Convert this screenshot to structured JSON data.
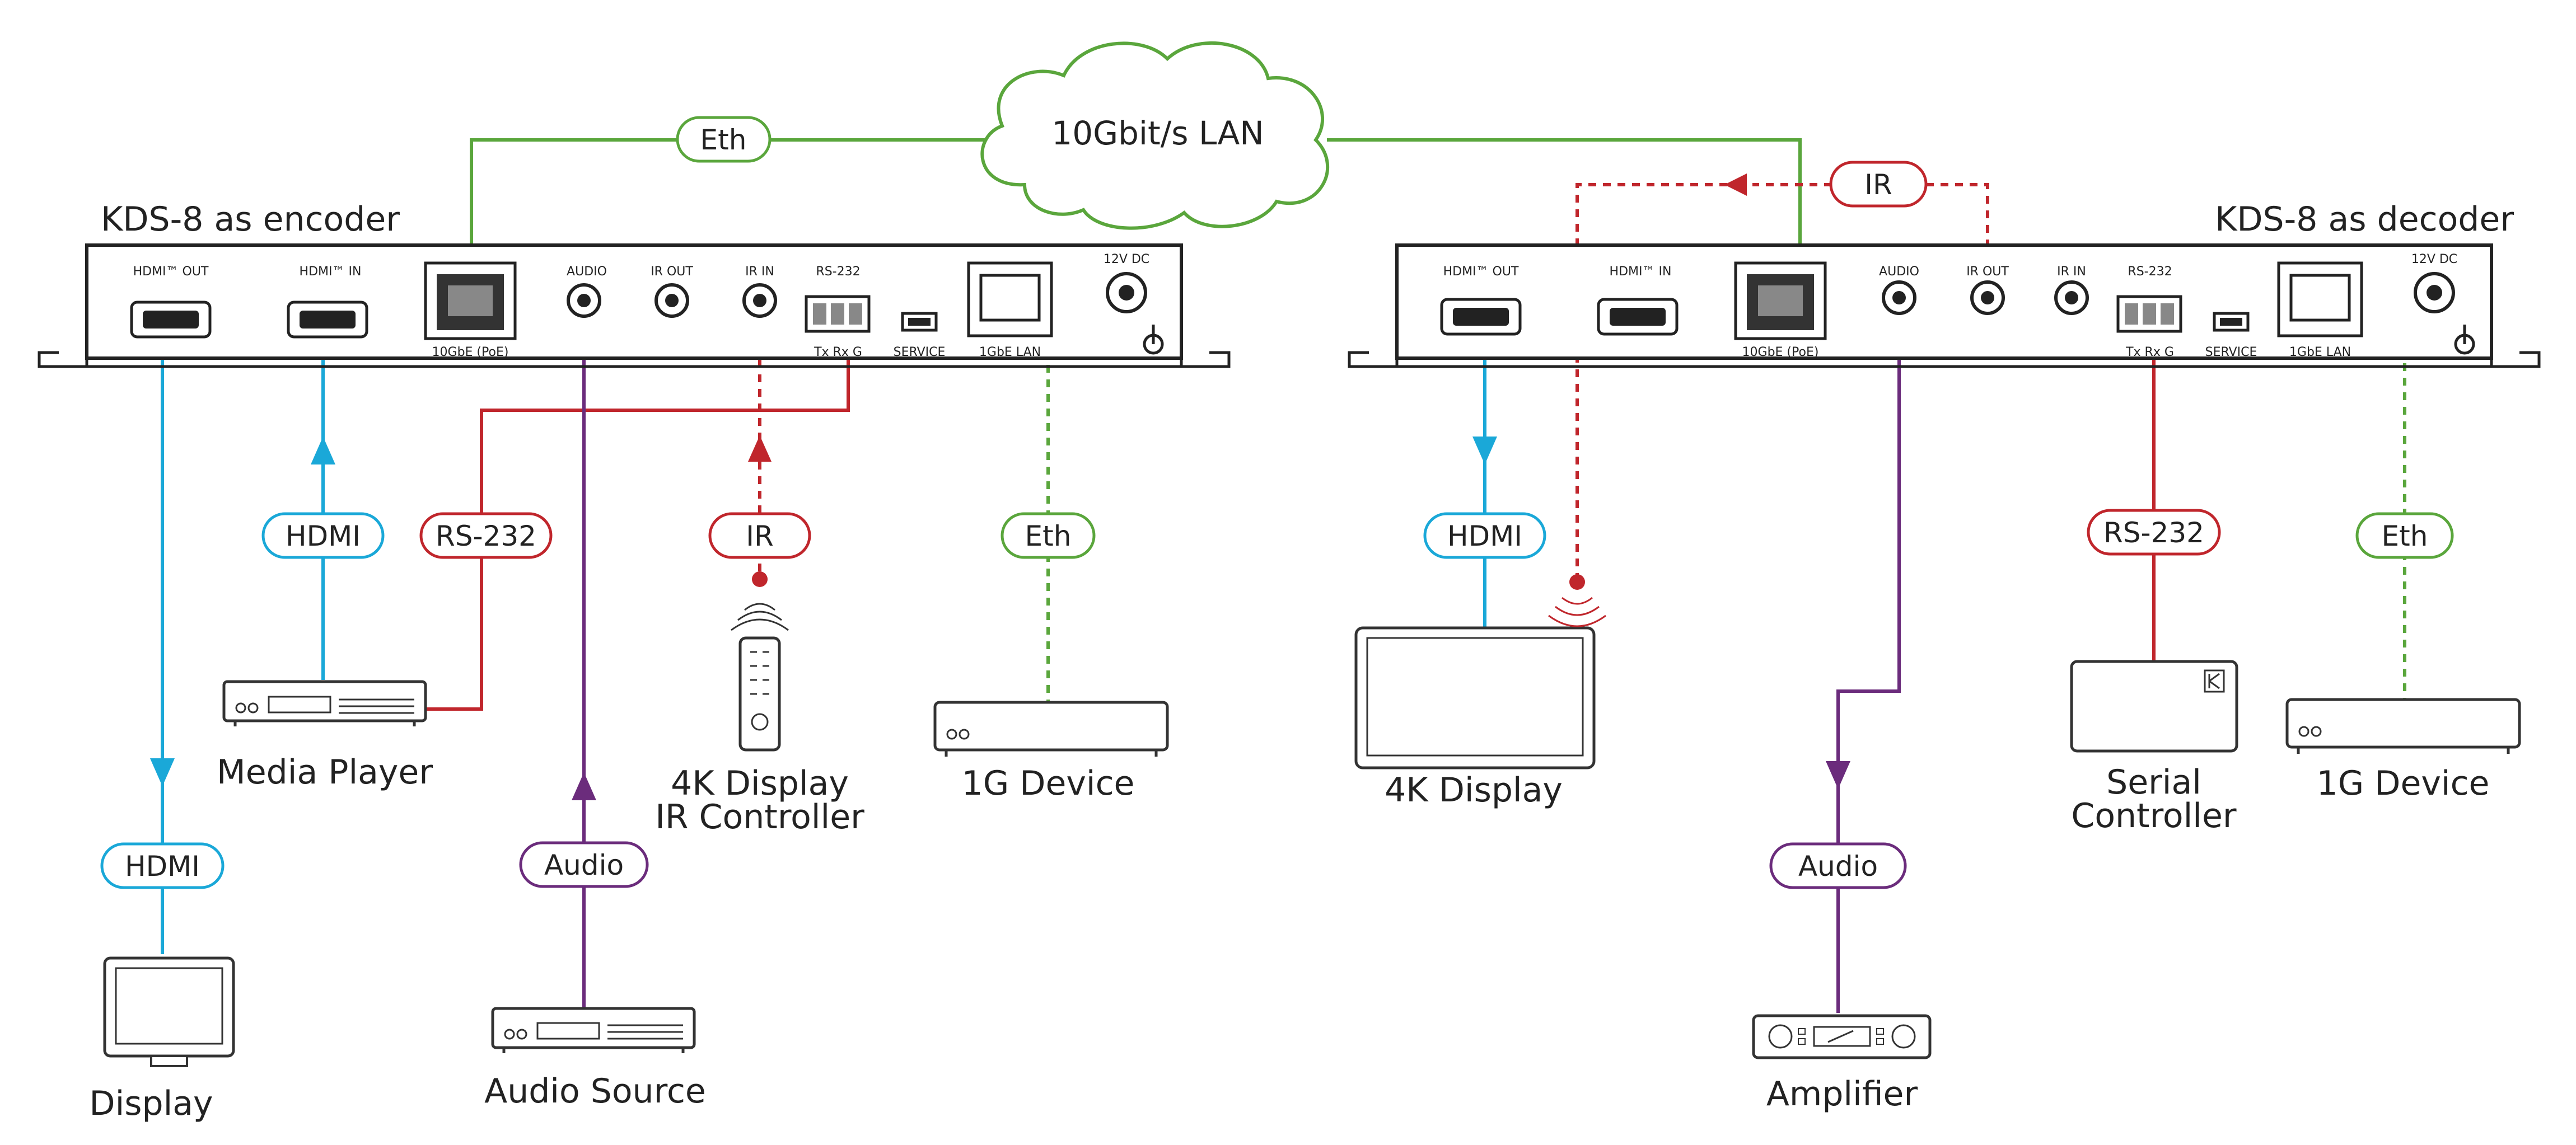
{
  "colors": {
    "hdmi": "#1aa8d8",
    "eth": "#5aa63c",
    "rs232": "#c0262c",
    "ir": "#c0262c",
    "audio": "#6b2c7c",
    "device": "#333333"
  },
  "cloud": {
    "label": "10Gbit/s LAN"
  },
  "encoder": {
    "title": "KDS-8 as encoder",
    "ports": {
      "hdmi_out": "HDMI™ OUT",
      "hdmi_in": "HDMI™ IN",
      "lan10": "10GbE (PoE)",
      "audio": "AUDIO",
      "ir_out": "IR OUT",
      "ir_in": "IR IN",
      "rs232": "RS-232",
      "txrxg": "Tx Rx G",
      "service": "SERVICE",
      "lan1": "1GbE LAN",
      "dc": "12V DC"
    }
  },
  "decoder": {
    "title": "KDS-8 as decoder",
    "ports": {
      "hdmi_out": "HDMI™ OUT",
      "hdmi_in": "HDMI™ IN",
      "lan10": "10GbE (PoE)",
      "audio": "AUDIO",
      "ir_out": "IR OUT",
      "ir_in": "IR IN",
      "rs232": "RS-232",
      "txrxg": "Tx Rx G",
      "service": "SERVICE",
      "lan1": "1GbE LAN",
      "dc": "12V DC"
    }
  },
  "pills": {
    "eth_top": "Eth",
    "ir_top": "IR",
    "enc_hdmi_in": "HDMI",
    "enc_rs232": "RS-232",
    "enc_ir": "IR",
    "enc_eth": "Eth",
    "enc_hdmi_out": "HDMI",
    "enc_audio": "Audio",
    "dec_hdmi": "HDMI",
    "dec_rs232": "RS-232",
    "dec_eth": "Eth",
    "dec_audio": "Audio"
  },
  "devices": {
    "media_player": "Media Player",
    "display": "Display",
    "audio_source": "Audio Source",
    "ir_controller_line1": "4K Display",
    "ir_controller_line2": "IR Controller",
    "g1_device_enc": "1G Device",
    "display_4k": "4K Display",
    "amplifier": "Amplifier",
    "serial_line1": "Serial",
    "serial_line2": "Controller",
    "g1_device_dec": "1G Device"
  }
}
